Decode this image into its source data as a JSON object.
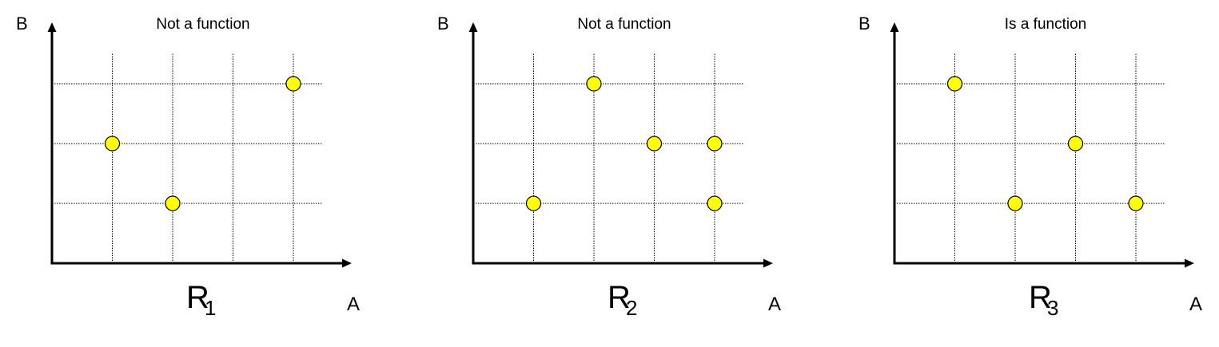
{
  "chart_data": [
    {
      "type": "scatter",
      "title": "Not a function",
      "xlabel": "A",
      "ylabel": "B",
      "relation_label": "R",
      "relation_index": "1",
      "grid": true,
      "xlim": [
        0,
        5
      ],
      "ylim": [
        0,
        4
      ],
      "x_ticks": [
        1,
        2,
        3,
        4
      ],
      "y_ticks": [
        1,
        2,
        3
      ],
      "points": [
        {
          "x": 1,
          "y": 2
        },
        {
          "x": 2,
          "y": 1
        },
        {
          "x": 4,
          "y": 3
        }
      ]
    },
    {
      "type": "scatter",
      "title": "Not a function",
      "xlabel": "A",
      "ylabel": "B",
      "relation_label": "R",
      "relation_index": "2",
      "grid": true,
      "xlim": [
        0,
        5
      ],
      "ylim": [
        0,
        4
      ],
      "x_ticks": [
        1,
        2,
        3,
        4
      ],
      "y_ticks": [
        1,
        2,
        3
      ],
      "points": [
        {
          "x": 1,
          "y": 1
        },
        {
          "x": 2,
          "y": 3
        },
        {
          "x": 3,
          "y": 2
        },
        {
          "x": 4,
          "y": 2
        },
        {
          "x": 4,
          "y": 1
        }
      ]
    },
    {
      "type": "scatter",
      "title": "Is a function",
      "xlabel": "A",
      "ylabel": "B",
      "relation_label": "R",
      "relation_index": "3",
      "grid": true,
      "xlim": [
        0,
        5
      ],
      "ylim": [
        0,
        4
      ],
      "x_ticks": [
        1,
        2,
        3,
        4
      ],
      "y_ticks": [
        1,
        2,
        3
      ],
      "points": [
        {
          "x": 1,
          "y": 3
        },
        {
          "x": 2,
          "y": 1
        },
        {
          "x": 3,
          "y": 2
        },
        {
          "x": 4,
          "y": 1
        }
      ]
    }
  ],
  "colors": {
    "point_fill": "#ffff00",
    "point_stroke": "#000000",
    "axis": "#000000",
    "grid": "#000000"
  }
}
